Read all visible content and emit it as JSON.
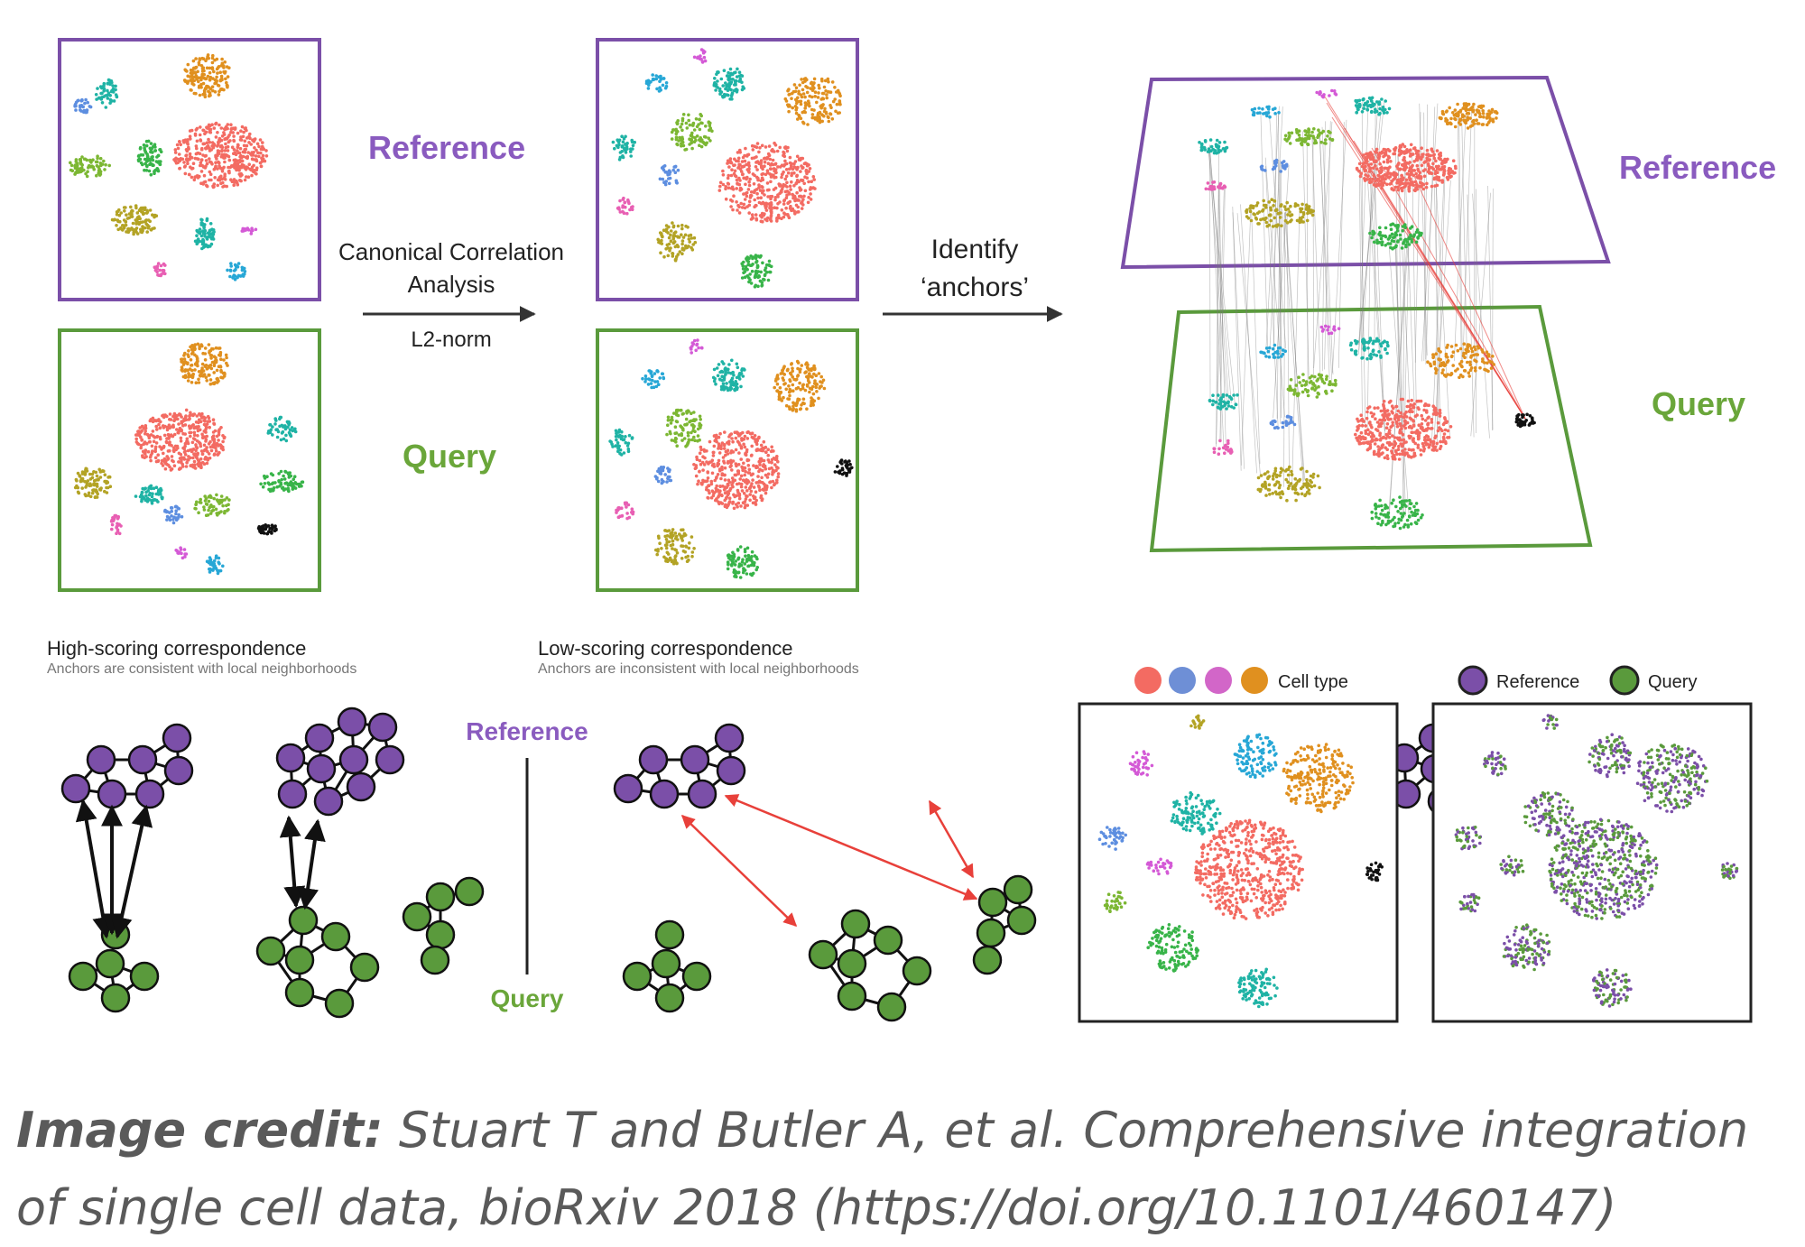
{
  "panels": {
    "reference_label": "Reference",
    "query_label": "Query",
    "cca_line1": "Canonical Correlation",
    "cca_line2": "Analysis",
    "l2norm": "L2-norm",
    "identify_line1": "Identify",
    "identify_line2": "‘anchors’",
    "reference_3d": "Reference",
    "query_3d": "Query"
  },
  "bottom": {
    "high_title": "High-scoring correspondence",
    "high_sub": "Anchors are consistent with local neighborhoods",
    "low_title": "Low-scoring correspondence",
    "low_sub": "Anchors are inconsistent with local neighborhoods",
    "reference_label": "Reference",
    "query_label": "Query",
    "legend_celltype": "Cell type",
    "legend_reference": "Reference",
    "legend_query": "Query"
  },
  "colors": {
    "reference": "#8a5bbf",
    "query": "#6aa63a",
    "node_purple": "#7b4fa8",
    "node_green": "#5a9a3c",
    "anchor_red": "#e8403a",
    "celltype": [
      "#f36b62",
      "#6e8fd6",
      "#d266c8",
      "#e0901f"
    ]
  },
  "caption": {
    "bold": "Image credit:",
    "text": "Stuart T and Butler A, et al. Comprehensive integration of single cell data, bioRxiv 2018 (https://doi.org/10.1101/460147)"
  }
}
